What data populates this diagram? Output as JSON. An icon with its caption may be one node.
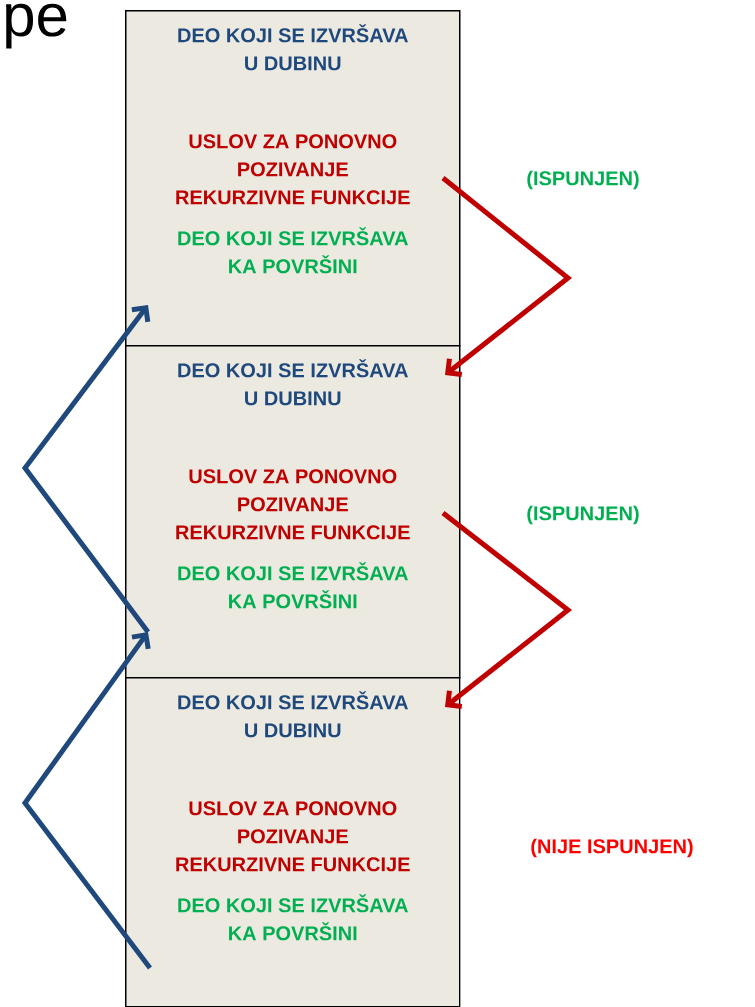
{
  "diagram": {
    "title": "pe",
    "nodes": [
      {
        "text": [
          "DEO KOJI SE IZVRŠAVA U DUBINU",
          "USLOV ZA PONOVNO POZIVANJE REKURZIVNE FUNKCIJE",
          "DEO KOJI SE IZVRŠAVA KA POVRŠINI"
        ]
      },
      {
        "text": [
          "DEO KOJI SE IZVRŠAVA U DUBINU",
          "USLOV ZA PONOVNO POZIVANJE REKURZIVNE FUNKCIJE",
          "DEO KOJI SE IZVRŠAVA KA POVRŠINI"
        ]
      },
      {
        "text": [
          "DEO KOJI SE IZVRŠAVA U DUBINU",
          "USLOV ZA PONOVNO POZIVANJE REKURZIVNE FUNKCIJE",
          "DEO KOJI SE IZVRŠAVA KA POVRŠINI"
        ]
      }
    ],
    "edges": [
      {
        "from": 0,
        "to": 1,
        "arrow": "to",
        "label": "(ISPUNJEN)",
        "color": "#c00000"
      },
      {
        "from": 1,
        "to": 2,
        "arrow": "to",
        "label": "(ISPUNJEN)",
        "color": "#c00000"
      },
      {
        "from": 2,
        "to": 1,
        "arrow": "to",
        "color": "#1f497d"
      },
      {
        "from": 1,
        "to": 0,
        "arrow": "to",
        "color": "#1f497d"
      }
    ],
    "labels": [
      "(NIJE ISPUNJEN)"
    ]
  }
}
